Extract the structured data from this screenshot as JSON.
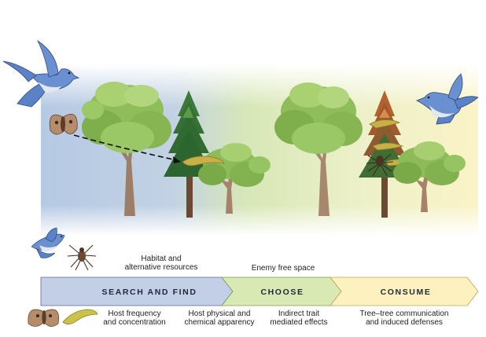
{
  "stages": [
    {
      "label": "SEARCH AND FIND",
      "color": "#c3cfe6"
    },
    {
      "label": "CHOOSE",
      "color": "#d8e9b4"
    },
    {
      "label": "CONSUME",
      "color": "#fdf2bf"
    }
  ],
  "annotations_above": {
    "habitat": "Habitat and\nalternative resources",
    "enemy_free": "Enemy free space"
  },
  "annotations_below": {
    "host_frequency": "Host frequency\nand concentration",
    "host_apparency": "Host physical and\nchemical apparency",
    "indirect_trait": "Indirect trait\nmediated effects",
    "tree_communication": "Tree–tree communication\nand induced defenses"
  },
  "background_gradient": [
    "#b6c9e4",
    "#d7e7b7",
    "#fbf3c7"
  ],
  "icons": [
    "bird-icon",
    "moth-icon",
    "spider-icon",
    "caterpillar-icon",
    "deciduous-tree-icon",
    "conifer-tree-icon"
  ]
}
